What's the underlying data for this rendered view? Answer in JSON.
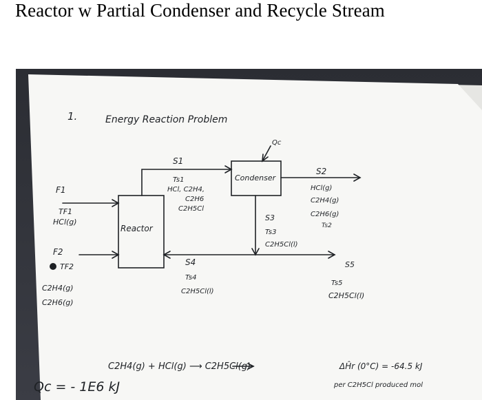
{
  "page": {
    "title": "Reactor w Partial Condenser and Recycle Stream"
  },
  "colors": {
    "ink": "#1e2125",
    "paper": "#f7f7f5",
    "background": "#2f3137"
  },
  "problem": {
    "number": "1.",
    "heading": "Energy   Reaction Problem"
  },
  "units": {
    "reactor": "Reactor",
    "condenser": "Condenser"
  },
  "streams": {
    "qc": "Qc",
    "f1": {
      "name": "F1",
      "temp": "TF1",
      "comp": [
        "HCl(g)"
      ]
    },
    "f2": {
      "name": "F2",
      "temp": "TF2",
      "comp": [
        "C2H4(g)",
        "C2H6(g)"
      ]
    },
    "s1": {
      "name": "S1",
      "temp": "Ts1",
      "comp": [
        "HCl, C2H4,",
        "C2H6",
        "C2H5Cl"
      ]
    },
    "s2": {
      "name": "S2",
      "temp": "Ts2",
      "comp": [
        "HCl(g)",
        "C2H4(g)",
        "C2H6(g)"
      ]
    },
    "s3": {
      "name": "S3",
      "temp": "Ts3",
      "comp": [
        "C2H5Cl(l)"
      ]
    },
    "s4": {
      "name": "S4",
      "temp": "Ts4",
      "comp": [
        "C2H5Cl(l)"
      ]
    },
    "s5": {
      "name": "S5",
      "temp": "Ts5",
      "comp": [
        "C2H5Cl(l)"
      ]
    }
  },
  "reaction": {
    "equation": "C2H4(g) + HCl(g) ⟶ C2H5Cl(g)",
    "enthalpy": "ΔĤr (0°C) = -64.5 kJ",
    "basis": "per C2H5Cl produced mol"
  },
  "duty": "Qc = - 1E6  kJ"
}
